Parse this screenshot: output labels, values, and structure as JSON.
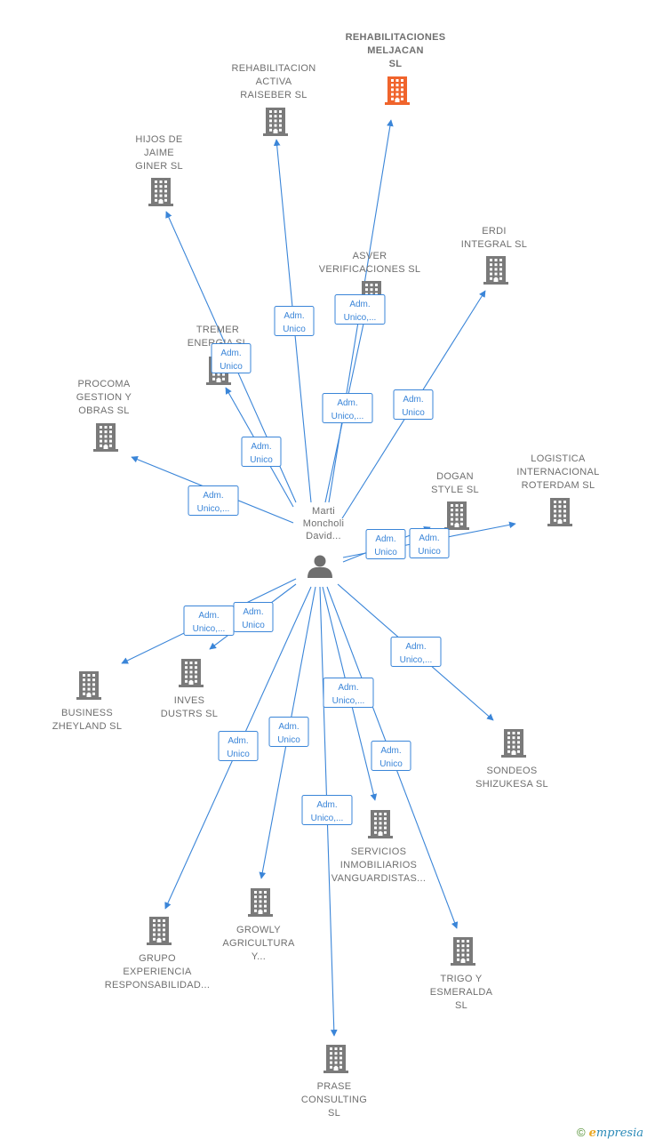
{
  "center": {
    "name_lines": [
      "Marti",
      "Moncholi",
      "David..."
    ]
  },
  "companies": [
    {
      "id": "rehab_meljacan",
      "lines": [
        "REHABILITACIONES",
        "MELJACAN",
        "SL"
      ],
      "highlight": true
    },
    {
      "id": "rehab_activa",
      "lines": [
        "REHABILITACION",
        "ACTIVA",
        "RAISEBER  SL"
      ]
    },
    {
      "id": "hijos_jaime",
      "lines": [
        "HIJOS DE",
        "JAIME",
        "GINER SL"
      ]
    },
    {
      "id": "asver",
      "lines": [
        "ASVER",
        "VERIFICACIONES SL"
      ]
    },
    {
      "id": "erdi",
      "lines": [
        "ERDI",
        "INTEGRAL  SL"
      ]
    },
    {
      "id": "tremer",
      "lines": [
        "TREMER",
        "ENERGIA SL"
      ]
    },
    {
      "id": "procoma",
      "lines": [
        "PROCOMA",
        "GESTION Y",
        "OBRAS  SL"
      ]
    },
    {
      "id": "dogan",
      "lines": [
        "DOGAN",
        "STYLE  SL"
      ]
    },
    {
      "id": "logistica",
      "lines": [
        "LOGISTICA",
        "INTERNACIONAL",
        "ROTERDAM SL"
      ]
    },
    {
      "id": "business",
      "lines": [
        "BUSINESS",
        "ZHEYLAND  SL"
      ]
    },
    {
      "id": "inves",
      "lines": [
        "INVES",
        "DUSTRS SL"
      ]
    },
    {
      "id": "sondeos",
      "lines": [
        "SONDEOS",
        "SHIZUKESA  SL"
      ]
    },
    {
      "id": "servicios",
      "lines": [
        "SERVICIOS",
        "INMOBILIARIOS",
        "VANGUARDISTAS..."
      ]
    },
    {
      "id": "growly",
      "lines": [
        "GROWLY",
        "AGRICULTURA",
        "Y..."
      ]
    },
    {
      "id": "grupo",
      "lines": [
        "GRUPO",
        "EXPERIENCIA",
        "RESPONSABILIDAD..."
      ]
    },
    {
      "id": "trigo",
      "lines": [
        "TRIGO Y",
        "ESMERALDA",
        "SL"
      ]
    },
    {
      "id": "prase",
      "lines": [
        "PRASE",
        "CONSULTING",
        "SL"
      ]
    }
  ],
  "relations": [
    {
      "to": "rehab_meljacan",
      "lines": [
        "Adm.",
        "Unico,..."
      ]
    },
    {
      "to": "rehab_activa",
      "lines": [
        "Adm.",
        "Unico"
      ]
    },
    {
      "to": "hijos_jaime",
      "lines": [
        "Adm.",
        "Unico"
      ]
    },
    {
      "to": "asver",
      "lines": [
        "Adm.",
        "Unico,..."
      ]
    },
    {
      "to": "erdi",
      "lines": [
        "Adm.",
        "Unico"
      ]
    },
    {
      "to": "tremer",
      "lines": [
        "Adm.",
        "Unico"
      ]
    },
    {
      "to": "procoma",
      "lines": [
        "Adm.",
        "Unico,..."
      ]
    },
    {
      "to": "dogan",
      "lines": [
        "Adm.",
        "Unico"
      ]
    },
    {
      "to": "logistica",
      "lines": [
        "Adm.",
        "Unico"
      ]
    },
    {
      "to": "business",
      "lines": [
        "Adm.",
        "Unico,..."
      ]
    },
    {
      "to": "inves",
      "lines": [
        "Adm.",
        "Unico"
      ]
    },
    {
      "to": "sondeos",
      "lines": [
        "Adm.",
        "Unico,..."
      ]
    },
    {
      "to": "servicios",
      "lines": [
        "Adm.",
        "Unico,..."
      ]
    },
    {
      "to": "growly",
      "lines": [
        "Adm.",
        "Unico"
      ]
    },
    {
      "to": "grupo",
      "lines": [
        "Adm.",
        "Unico"
      ]
    },
    {
      "to": "trigo",
      "lines": [
        "Adm.",
        "Unico"
      ]
    },
    {
      "to": "prase",
      "lines": [
        "Adm.",
        "Unico,..."
      ]
    }
  ],
  "colors": {
    "edge": "#3a85d8",
    "building": "#7a7a7a",
    "highlight": "#f0642c",
    "person": "#6f6f6f"
  },
  "icons": {
    "company": "building-icon",
    "person": "person-icon"
  },
  "footer": {
    "copyright": "©",
    "brand_e": "e",
    "brand_rest": "mpresia"
  }
}
